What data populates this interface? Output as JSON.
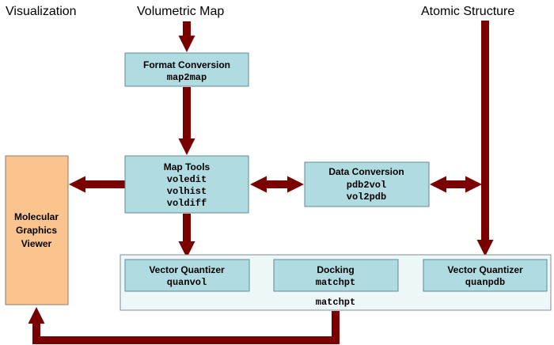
{
  "labels": {
    "visualization": "Visualization",
    "volumetric_map": "Volumetric Map",
    "atomic_structure": "Atomic Structure"
  },
  "format_conversion": {
    "title": "Format Conversion",
    "tools": [
      "map2map"
    ]
  },
  "map_tools": {
    "title": "Map Tools",
    "tools": [
      "voledit",
      "volhist",
      "voldiff"
    ]
  },
  "data_conversion": {
    "title": "Data Conversion",
    "tools": [
      "pdb2vol",
      "vol2pdb"
    ]
  },
  "viewer": {
    "lines": [
      "Molecular",
      "Graphics",
      "Viewer"
    ]
  },
  "matchpt_group": {
    "label": "matchpt",
    "vq_left": {
      "title": "Vector Quantizer",
      "tool": "quanvol"
    },
    "docking": {
      "title": "Docking",
      "tool": "matchpt"
    },
    "vq_right": {
      "title": "Vector Quantizer",
      "tool": "quanpdb"
    }
  },
  "colors": {
    "arrow": "#7a0000",
    "box_fill": "#b0dbe0",
    "viewer_fill": "#fbc48e",
    "group_fill": "#eef7f8"
  }
}
